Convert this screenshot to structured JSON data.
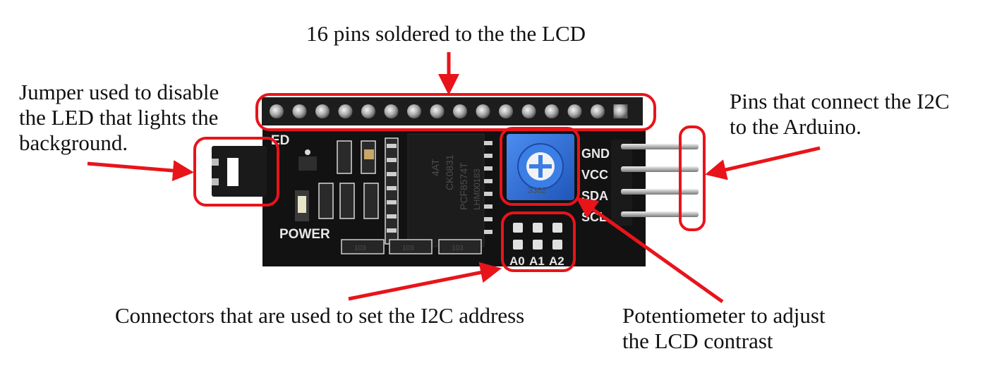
{
  "labels": {
    "top": [
      "16 pins soldered to the the LCD"
    ],
    "jumper": [
      "Jumper used to disable",
      "the LED that lights the",
      "background."
    ],
    "i2c_pins": [
      "Pins that connect the I2C",
      "to the Arduino."
    ],
    "address": [
      "Connectors that are used to set the I2C address"
    ],
    "pot": [
      "Potentiometer to adjust",
      "the LCD contrast"
    ]
  },
  "board": {
    "pin_names": [
      "GND",
      "VCC",
      "SDA",
      "SCL"
    ],
    "address_names": [
      "A0",
      "A1",
      "A2"
    ],
    "led_silk": "ED",
    "power_silk": "POWER",
    "resistor_code": "103",
    "chip_marks": [
      "4AT",
      "CK0831",
      "PCF8574T",
      "LHM00183"
    ],
    "pot_code": "3362"
  },
  "colors": {
    "callout": "#e8141a",
    "pcb": "#121212",
    "pot": "#2f6fd8",
    "header": "#4a4a4a"
  }
}
